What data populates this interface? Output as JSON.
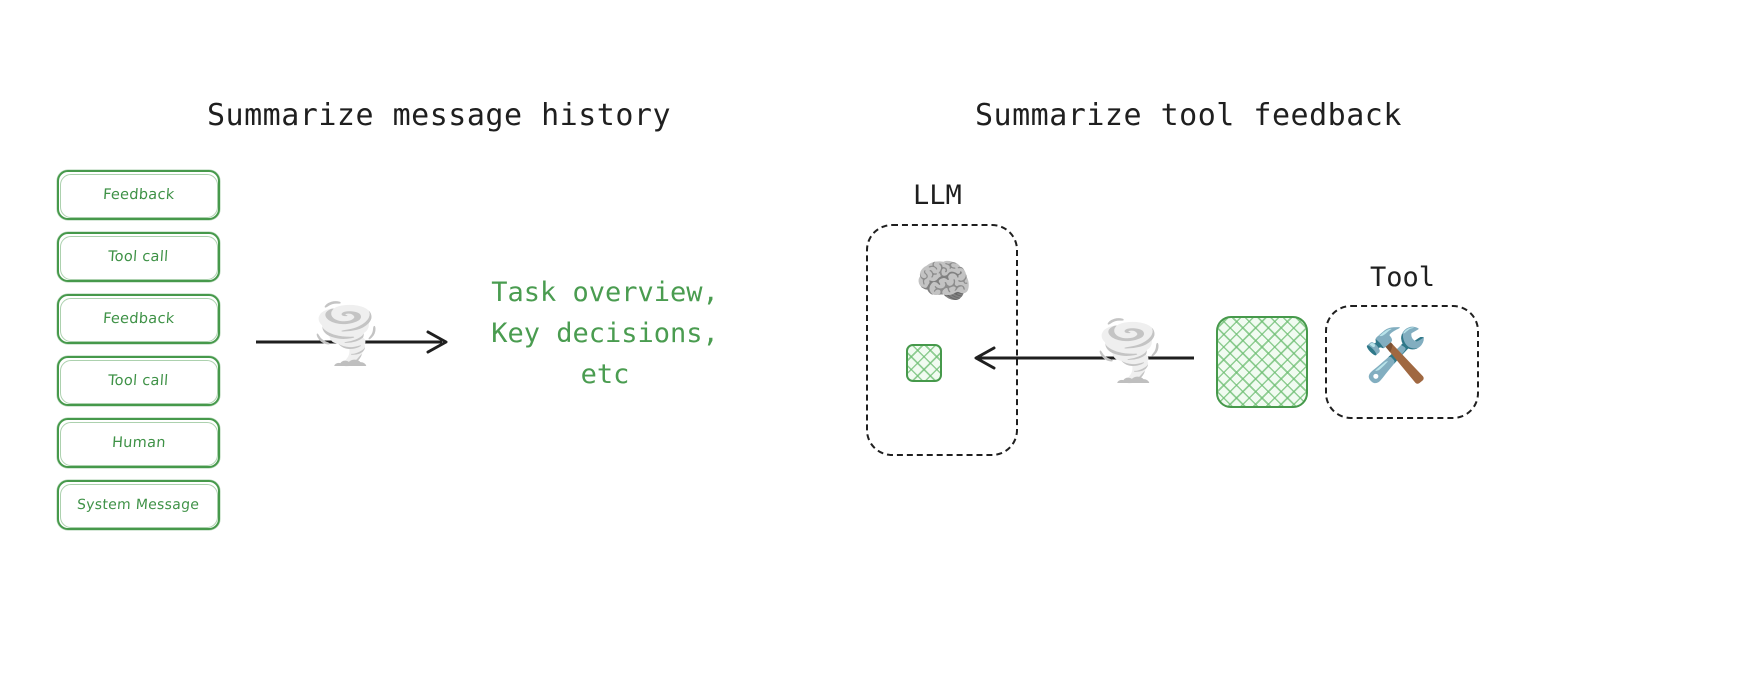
{
  "diagram": {
    "background_color": "#ffffff",
    "accent_green": "#46994b",
    "text_green": "#4a9c50",
    "ink_black": "#1f1f1f"
  },
  "left_panel": {
    "title": "Summarize message history",
    "messages": [
      {
        "label": "Feedback"
      },
      {
        "label": "Tool call"
      },
      {
        "label": "Feedback"
      },
      {
        "label": "Tool call"
      },
      {
        "label": "Human"
      },
      {
        "label": "System Message"
      }
    ],
    "arrow": {
      "direction": "right",
      "overlay_icon": "tornado-icon",
      "overlay_glyph": "🌪️"
    },
    "summary_text": "Task overview,\nKey decisions,\netc"
  },
  "right_panel": {
    "title": "Summarize tool feedback",
    "llm": {
      "label": "LLM",
      "brain_icon": "brain-icon",
      "brain_glyph": "🧠",
      "context_block_name": "compressed-context-block"
    },
    "arrow": {
      "direction": "left",
      "overlay_icon": "tornado-icon",
      "overlay_glyph": "🌪️"
    },
    "raw_block_name": "raw-tool-output-block",
    "tool": {
      "label": "Tool",
      "tool_icon": "hammer-and-wrench-icon",
      "tool_glyph": "🛠️"
    }
  }
}
